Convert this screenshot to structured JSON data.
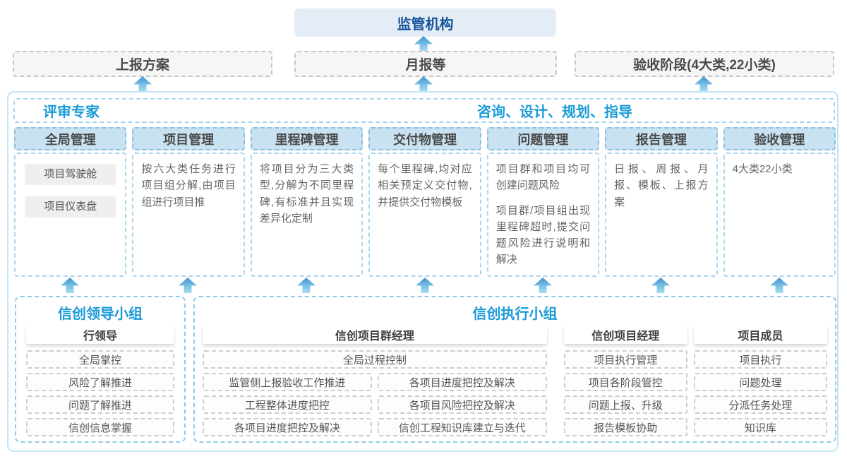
{
  "top": {
    "regulator": "监管机构",
    "boxes": [
      "上报方案",
      "月报等",
      "验收阶段(4大类,22小类)"
    ]
  },
  "platform": {
    "left_label": "评审专家",
    "right_label": "咨询、设计、规划、指导",
    "columns": [
      {
        "title": "全局管理",
        "chips": [
          "项目驾驶舱",
          "项目仪表盘"
        ]
      },
      {
        "title": "项目管理",
        "paragraphs": [
          "按六大类任务进行项目组分解,由项目组进行项目推"
        ]
      },
      {
        "title": "里程碑管理",
        "paragraphs": [
          "将项目分为三大类型,分解为不同里程碑,有标准并且实现差异化定制"
        ]
      },
      {
        "title": "交付物管理",
        "paragraphs": [
          "每个里程碑,均对应相关预定义交付物,并提供交付物模板"
        ]
      },
      {
        "title": "问题管理",
        "paragraphs": [
          "项目群和项目均可创建问题风险",
          "项目群/项目组出现里程碑超时,提交问题风险进行说明和解决"
        ]
      },
      {
        "title": "报告管理",
        "paragraphs": [
          "日报、周报、月报、模板、上报方案"
        ]
      },
      {
        "title": "验收管理",
        "paragraphs": [
          "4大类22小类"
        ]
      }
    ]
  },
  "bottom": {
    "leader_group": {
      "title": "信创领导小组",
      "role": "行领导",
      "items": [
        "全局掌控",
        "风险了解推进",
        "问题了解推进",
        "信创信息掌握"
      ]
    },
    "exec_group": {
      "title": "信创执行小组",
      "program_manager": {
        "role": "信创项目群经理",
        "full_item": "全局过程控制",
        "left_items": [
          "监管侧上报验收工作推进",
          "工程整体进度把控",
          "各项目进度把控及解决"
        ],
        "right_items": [
          "各项目进度把控及解决",
          "各项目风险把控及解决",
          "信创工程知识库建立与迭代"
        ]
      },
      "project_manager": {
        "role": "信创项目经理",
        "items": [
          "项目执行管理",
          "项目各阶段管控",
          "问题上报、升级",
          "报告模板协助"
        ]
      },
      "member": {
        "role": "项目成员",
        "items": [
          "项目执行",
          "问题处理",
          "分派任务处理",
          "知识库"
        ]
      }
    }
  },
  "colors": {
    "accent_blue": "#1b9ad8",
    "dark_blue": "#15549b",
    "arrow_blue": "#5aace0",
    "column_header_bg": "#c9e2f2",
    "regulator_bg": "#e4ecf5"
  }
}
